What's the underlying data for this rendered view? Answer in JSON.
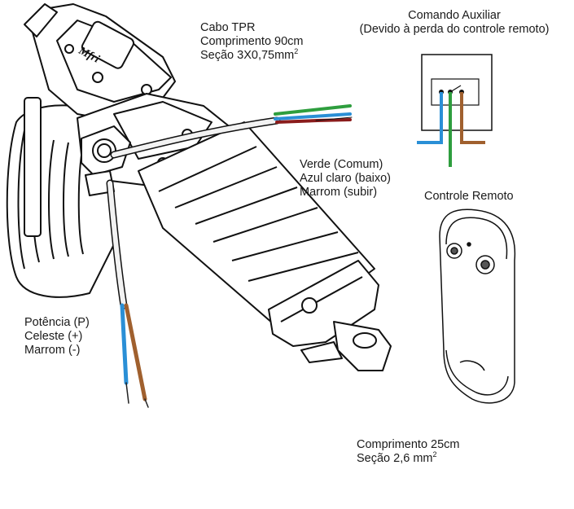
{
  "cable_tpr": {
    "title": "Cabo TPR",
    "length": "Comprimento 90cm",
    "section": "Seção 3X0,75mm",
    "section_sup": "2"
  },
  "aux_command": {
    "title": "Comando Auxiliar",
    "note": "(Devido à perda do controle remoto)"
  },
  "wires_tpr": {
    "green": "Verde (Comum)",
    "light_blue": "Azul claro (baixo)",
    "brown": "Marrom (subir)"
  },
  "remote": {
    "title": "Controle Remoto"
  },
  "power": {
    "title": "Potência (P)",
    "plus": "Celeste (+)",
    "minus": "Marrom (-)"
  },
  "power_cable": {
    "length": "Comprimento 25cm",
    "section": "Seção 2,6 mm",
    "section_sup": "2"
  },
  "colors": {
    "green_wire": "#2e9e3e",
    "blue_wire": "#2a8fd6",
    "brown_wire": "#a0602e",
    "dark_red_wire": "#8a1c1c",
    "outline": "#111111"
  }
}
